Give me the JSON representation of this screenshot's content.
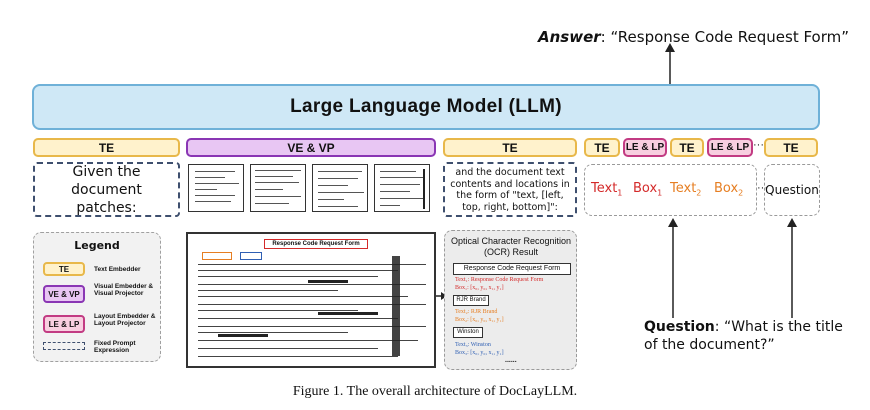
{
  "answer": {
    "label": "Answer",
    "text": ": “Response Code Request Form”"
  },
  "llm": {
    "label": "Large Language Model (LLM)"
  },
  "tokens": {
    "te1": "TE",
    "vevp": "VE & VP",
    "te2": "TE",
    "seq": [
      "TE",
      "LE & LP",
      "TE",
      "LE & LP",
      "TE"
    ],
    "ellipsis": "···"
  },
  "prompts": {
    "given": "Given the document patches:",
    "doc_text": "and the document text contents and locations in the form of \"text, [left, top, right, bottom]\":"
  },
  "text_box_seq": {
    "text1": "Text",
    "text1_sub": "1",
    "box1": "Box",
    "box1_sub": "1",
    "text2": "Text",
    "text2_sub": "2",
    "box2": "Box",
    "box2_sub": "2",
    "ellipsis": "···",
    "question": "Question"
  },
  "legend": {
    "title": "Legend",
    "items": [
      {
        "token": "TE",
        "label": "Text Embedder"
      },
      {
        "token": "VE & VP",
        "label": "Visual Embedder & Visual Projector"
      },
      {
        "token": "LE & LP",
        "label": "Layout Embedder & Layout Projector"
      },
      {
        "token": "",
        "label": "Fixed Prompt Expression"
      }
    ]
  },
  "document": {
    "title": "Response Code Request Form"
  },
  "ocr": {
    "title": "Optical Character Recognition (OCR) Result",
    "items": [
      {
        "box": "Response Code Request Form",
        "text": "Text₁: Response Code Request Form",
        "coords": "Box₁: [x₀, y₀, x₁, y₁]",
        "color": "#d42a2a"
      },
      {
        "box": "RJR Brand",
        "text": "Text₂: RJR Brand",
        "coords": "Box₂: [x₀, y₀, x₁, y₁]",
        "color": "#e67e22"
      },
      {
        "box": "Winston",
        "text": "Text₃: Winston",
        "coords": "Box₃: [x₀, y₀, x₁, y₁]",
        "color": "#2f5fb3"
      }
    ],
    "more": "......"
  },
  "question": {
    "label": "Question",
    "text": ": “What is the title of the document?”"
  },
  "caption": "Figure 1. The overall architecture of DocLayLLM.",
  "colors": {
    "llm_fill": "#cfe8f6",
    "te_fill": "#fff2cc",
    "vevp_fill": "#e8c6f3",
    "lelp_fill": "#f8cfe0",
    "text_red": "#d42a2a",
    "text_orange": "#e67e22"
  }
}
